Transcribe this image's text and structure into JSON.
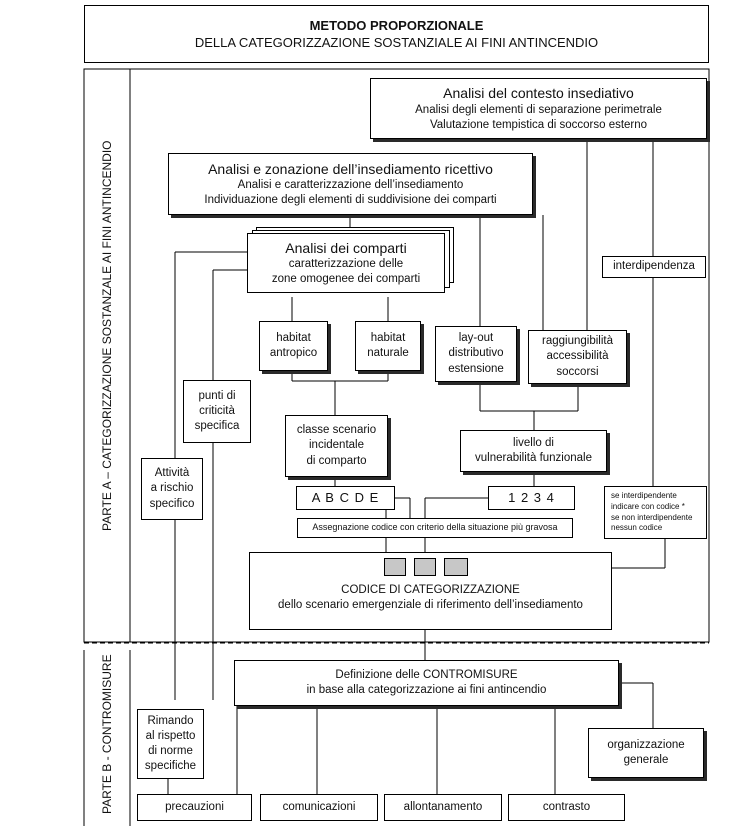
{
  "title": {
    "line1": "METODO PROPORZIONALE",
    "line2": "DELLA CATEGORIZZAZIONE SOSTANZIALE AI FINI ANTINCENDIO"
  },
  "parts": {
    "a": "PARTE A – CATEGORIZZAZIONE SOSTANZALE AI FINI ANTINCENDIO",
    "b": "PARTE B - CONTROMISURE"
  },
  "contesto": {
    "title": "Analisi del contesto insediativo",
    "lines": [
      "Analisi degli elementi di separazione perimetrale",
      "Valutazione tempistica di soccorso esterno"
    ]
  },
  "zonazione": {
    "title": "Analisi e zonazione dell’insediamento ricettivo",
    "lines": [
      "Analisi e caratterizzazione dell’insediamento",
      "Individuazione degli elementi di suddivisione dei comparti"
    ]
  },
  "comparti": {
    "title": "Analisi dei comparti",
    "lines": [
      "caratterizzazione delle",
      "zone omogenee dei comparti"
    ]
  },
  "interdipendenza": "interdipendenza",
  "habitat_antropico": [
    "habitat",
    "antropico"
  ],
  "habitat_naturale": [
    "habitat",
    "naturale"
  ],
  "layout": [
    "lay-out",
    "distributivo",
    "estensione"
  ],
  "raggiungibilita": [
    "raggiungibilità",
    "accessibilità",
    "soccorsi"
  ],
  "punti_criticita": [
    "punti di",
    "criticità",
    "specifica"
  ],
  "classe_scenario": [
    "classe scenario",
    "incidentale",
    "di comparto"
  ],
  "vulnerabilita": [
    "livello di",
    "vulnerabilità funzionale"
  ],
  "attivita_rischio": [
    "Attività",
    "a rischio",
    "specifico"
  ],
  "abcde": "A B C D E",
  "numeri": "1 2 3 4",
  "interdip_note": [
    "se interdipendente",
    "indicare con codice *",
    "se non interdipendente",
    "nessun codice"
  ],
  "assegnazione": "Assegnazione codice con criterio della situazione più gravosa",
  "codice": {
    "title": "CODICE DI CATEGORIZZAZIONE",
    "subtitle": "dello scenario emergenziale di riferimento dell’insediamento"
  },
  "contromisure": {
    "title": "Definizione delle CONTROMISURE",
    "subtitle": "in base alla categorizzazione ai fini antincendio"
  },
  "rimando": [
    "Rimando",
    "al rispetto",
    "di norme",
    "specifiche"
  ],
  "organizzazione": [
    "organizzazione",
    "generale"
  ],
  "bottom": {
    "precauzioni": "precauzioni",
    "comunicazioni": "comunicazioni",
    "allontanamento": "allontanamento",
    "contrasto": "contrasto"
  }
}
